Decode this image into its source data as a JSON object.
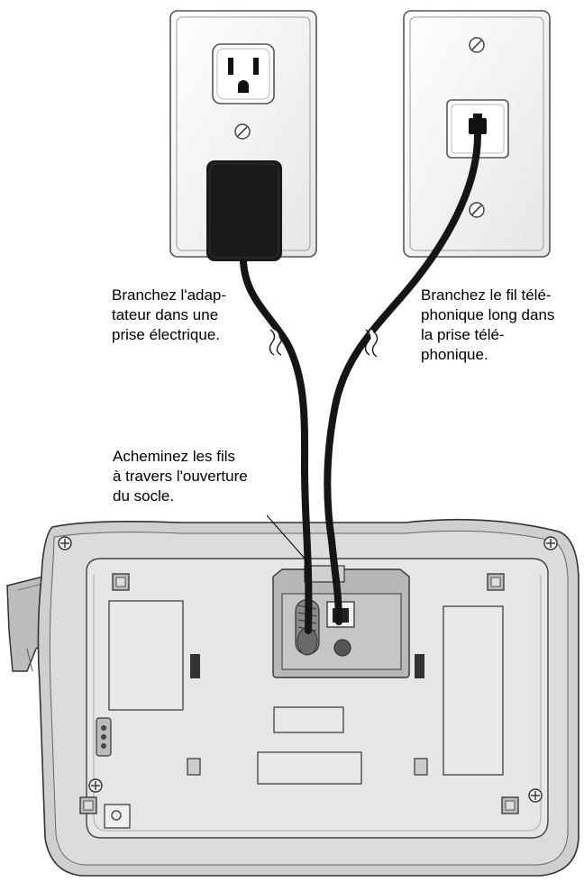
{
  "labels": {
    "adapter": "Branchez l'adap-\ntateur dans une\nprise électrique.",
    "phone_line": "Branchez le fil télé-\nphonique long dans\nla prise télé-\nphonique.",
    "route_wires": "Acheminez les fils\nà travers l'ouverture\ndu socle."
  },
  "colors": {
    "plate_fill": "#f4f4f4",
    "plate_stroke": "#555555",
    "cord": "#151515",
    "base_fill": "#d6d6d6",
    "base_inner": "#e2e2e2",
    "recess_fill": "#b9b9b9"
  },
  "icons": {
    "outlet": "power-outlet-icon",
    "jack": "phone-jack-icon",
    "screw": "screw-icon"
  }
}
